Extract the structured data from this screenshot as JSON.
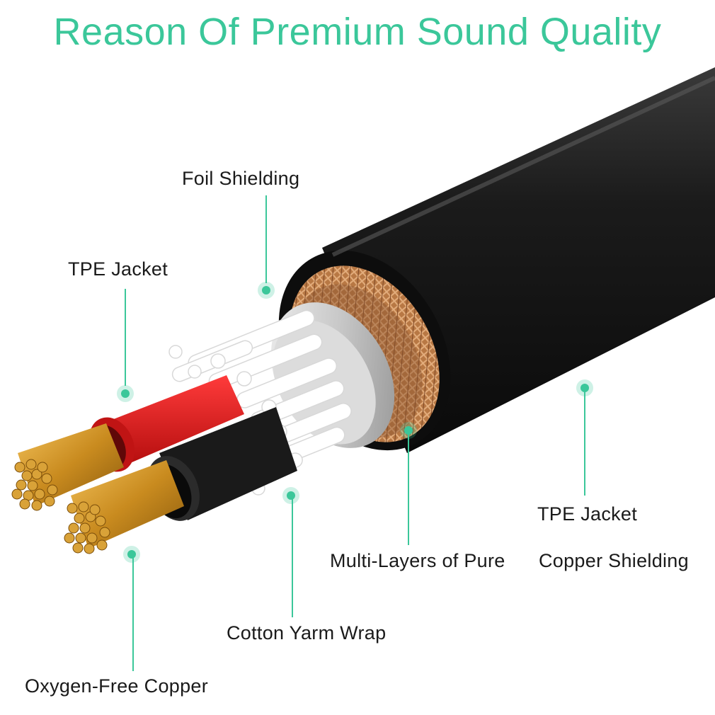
{
  "title": "Reason Of Premium Sound Quality",
  "accent_color": "#3bc79a",
  "callouts": {
    "foil_shielding": "Foil Shielding",
    "tpe_jacket_inner": "TPE Jacket",
    "tpe_jacket_outer": "TPE Jacket",
    "multi_layers": "Multi-Layers of Pure",
    "copper_shielding": "Copper Shielding",
    "cotton_yarn": "Cotton Yarm Wrap",
    "oxygen_free_copper": "Oxygen-Free Copper"
  }
}
